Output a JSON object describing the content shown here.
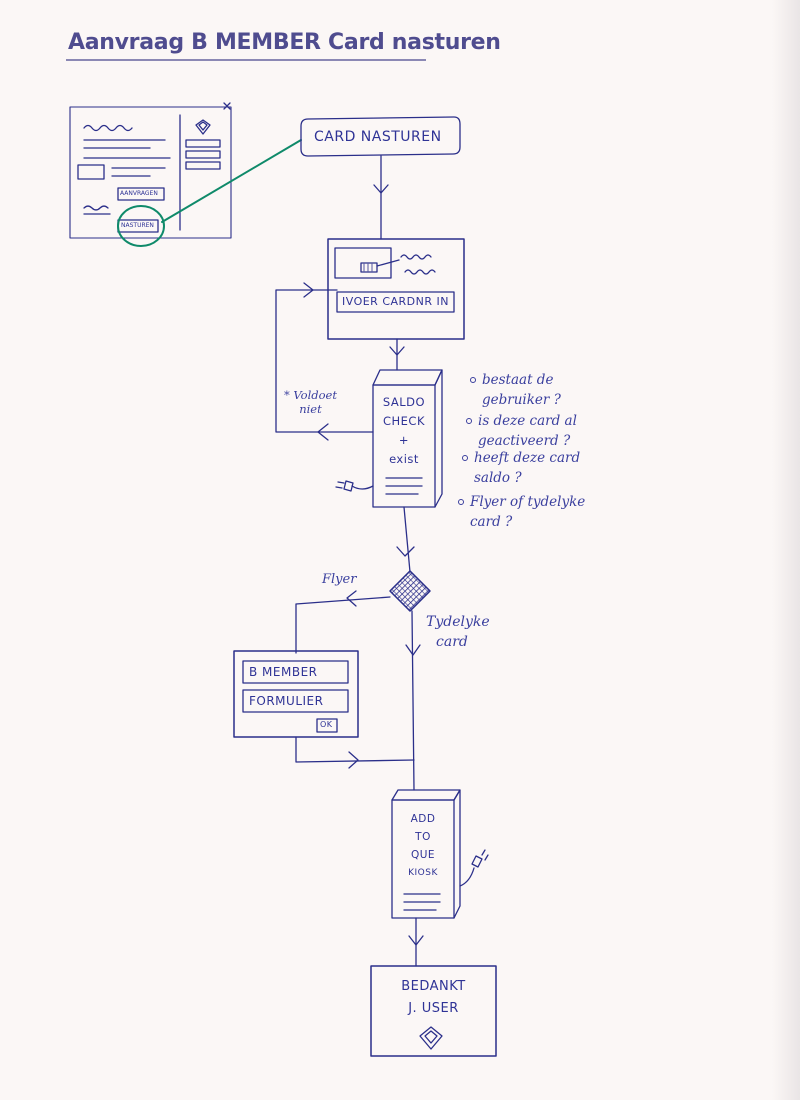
{
  "title": "Aanvraag B MEMBER Card nasturen",
  "mockup": {
    "button_aanvragen": "AANVRAGEN",
    "button_nasturen": "NASTUREN"
  },
  "nodes": {
    "card_nasturen": "CARD NASTUREN",
    "card_input": "IVOER CARDNR IN",
    "saldo_check": [
      "SALDO",
      "CHECK",
      "+",
      "exist"
    ],
    "flyer_form": [
      "B MEMBER",
      "FORMULIER"
    ],
    "flyer_ok": "OK",
    "add_queue": [
      "ADD",
      "TO",
      "QUE",
      "KIOSK"
    ],
    "bedankt": [
      "BEDANKT",
      "J. USER"
    ]
  },
  "edge_labels": {
    "voldoet_niet": [
      "* Voldoet",
      "niet"
    ],
    "flyer": "Flyer",
    "tydelyke_card": [
      "Tydelyke",
      "card"
    ]
  },
  "notes": [
    "bestaat de gebruiker ?",
    "is deze card al geactiveerd ?",
    "heeft deze card saldo ?",
    "Flyer of tydelyke card ?"
  ],
  "colors": {
    "ink": "#2b2f8a",
    "highlight": "#0f8a6a",
    "paper": "#fbf7f6"
  }
}
